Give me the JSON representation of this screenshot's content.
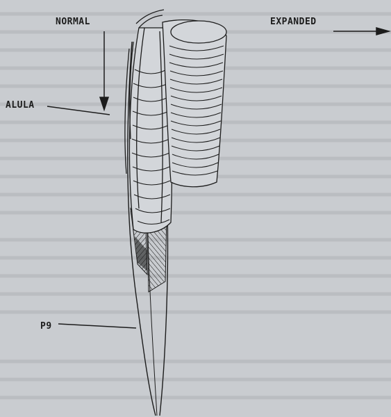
{
  "figure": {
    "labels": {
      "normal": "NORMAL",
      "expanded": "EXPANDED",
      "alula": "ALULA",
      "p9": "P9"
    },
    "colors": {
      "paper": "#c9ccd0",
      "ink": "#1c1c1c",
      "feather_fill": "#d3d6da"
    }
  }
}
